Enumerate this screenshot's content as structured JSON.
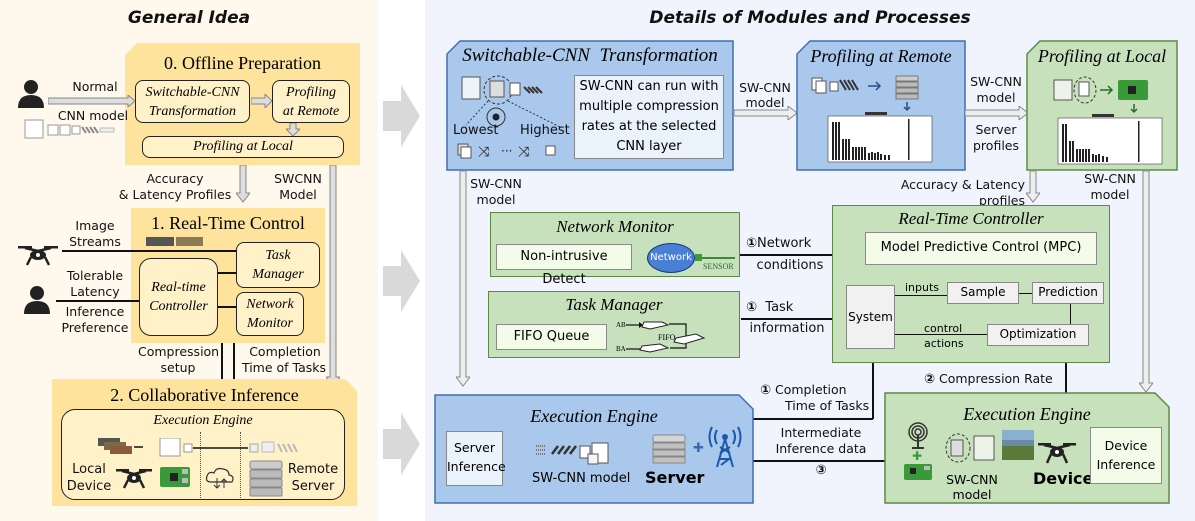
{
  "left": {
    "title": "General Idea",
    "stage0": {
      "title": "0. Offline Preparation",
      "switchable": [
        "Switchable-CNN",
        "Transformation"
      ],
      "profiling_remote": [
        "Profiling",
        "at Remote"
      ],
      "profiling_local": "Profiling at Local"
    },
    "normal_model": [
      "Normal",
      "CNN model"
    ],
    "accuracy_profiles": [
      "Accuracy",
      "& Latency Profiles"
    ],
    "swcnn_model": [
      "SWCNN",
      "Model"
    ],
    "stage1": {
      "title": "1. Real-Time Control",
      "task_manager": [
        "Task",
        "Manager"
      ],
      "controller": [
        "Real-time",
        "Controller"
      ],
      "network_monitor": [
        "Network",
        "Monitor"
      ]
    },
    "image_streams": [
      "Image",
      "Streams"
    ],
    "tolerable_latency": [
      "Tolerable",
      "Latency"
    ],
    "inference_pref": [
      "Inference",
      "Preference"
    ],
    "compression_setup": [
      "Compression",
      "setup"
    ],
    "completion_time": [
      "Completion",
      "Time of Tasks"
    ],
    "stage2": {
      "title": "2. Collaborative Inference",
      "engine": "Execution Engine",
      "local_device": [
        "Local",
        "Device"
      ],
      "remote_server": [
        "Remote",
        "Server"
      ]
    }
  },
  "right": {
    "title": "Details of Modules and Processes",
    "sw_transform": {
      "title": "Switchable-CNN  Transformation",
      "lowest": "Lowest",
      "highest": "Highest",
      "description": [
        "SW-CNN can run with",
        "multiple compression",
        "rates at the selected",
        "CNN layer"
      ]
    },
    "arrow_sw_model_1": [
      "SW-CNN",
      "model"
    ],
    "profiling_remote": {
      "title": "Profiling at Remote"
    },
    "arrow_sw_model_2": [
      "SW-CNN",
      "model"
    ],
    "server_profiles": [
      "Server",
      "profiles"
    ],
    "profiling_local": {
      "title": "Profiling at Local"
    },
    "arrow_sw_model_left": [
      "SW-CNN",
      "model"
    ],
    "accuracy_latency": "Accuracy & Latency profiles",
    "arrow_sw_model_right": [
      "SW-CNN",
      "model"
    ],
    "network_monitor": {
      "title": "Network Monitor",
      "detect": "Non-intrusive Detect",
      "network": "Network",
      "sensor": "SENSOR"
    },
    "network_conditions": {
      "num": "①",
      "lines": [
        "Network",
        "conditions"
      ]
    },
    "task_manager": {
      "title": "Task Manager",
      "queue": "FIFO Queue",
      "ab": "AB",
      "ba": "BA",
      "fifo": "FIFO"
    },
    "task_information": {
      "num": "①",
      "lines": [
        "Task",
        "information"
      ]
    },
    "controller": {
      "title": "Real-Time Controller",
      "mpc": "Model Predictive Control (MPC)",
      "system": "System",
      "inputs": "inputs",
      "sample": "Sample",
      "prediction": "Prediction",
      "optimization": "Optimization",
      "control_actions": [
        "control",
        "actions"
      ]
    },
    "completion": {
      "num": "①",
      "lines": [
        "Completion",
        "Time of Tasks"
      ]
    },
    "compression_rate": {
      "num": "②",
      "label": "Compression Rate"
    },
    "intermediate": {
      "num": "③",
      "lines": [
        "Intermediate",
        "Inference data"
      ]
    },
    "server_engine": {
      "title": "Execution Engine",
      "inference": [
        "Server",
        "Inference"
      ],
      "model": "SW-CNN model",
      "server": "Server"
    },
    "device_engine": {
      "title": "Execution Engine",
      "model": [
        "SW-CNN",
        "model"
      ],
      "device": "Device",
      "inference": [
        "Device",
        "Inference"
      ]
    }
  },
  "colors": {
    "left_bg": "#fef9ec",
    "yellow": "#fde39b",
    "right_bg": "#f1f4fc",
    "blue": "#a9c8ec",
    "green": "#c8e1bd"
  }
}
